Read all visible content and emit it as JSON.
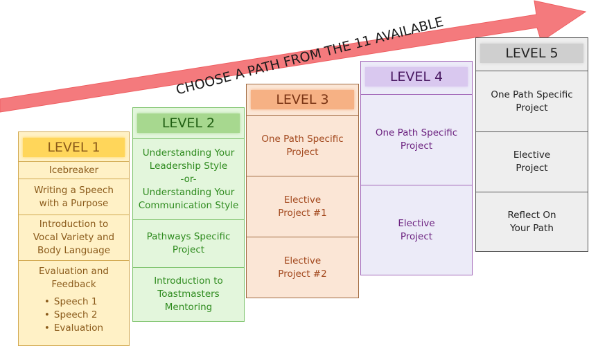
{
  "banner": {
    "text": "CHOOSE A PATH FROM THE 11 AVAILABLE"
  },
  "levels": [
    {
      "title": "LEVEL 1",
      "items": [
        {
          "lines": [
            "Icebreaker"
          ]
        },
        {
          "lines": [
            "Writing a Speech",
            "with a Purpose"
          ]
        },
        {
          "lines": [
            "Introduction to",
            "Vocal Variety and",
            "Body Language"
          ]
        },
        {
          "lines": [
            "Evaluation and",
            "Feedback"
          ],
          "bullets": [
            "Speech 1",
            "Speech 2",
            "Evaluation"
          ]
        }
      ]
    },
    {
      "title": "LEVEL 2",
      "items": [
        {
          "lines": [
            "Understanding Your",
            "Leadership Style",
            "-or-",
            "Understanding Your",
            "Communication Style"
          ]
        },
        {
          "lines": [
            "Pathways Specific",
            "Project"
          ]
        },
        {
          "lines": [
            "Introduction to",
            "Toastmasters",
            "Mentoring"
          ]
        }
      ]
    },
    {
      "title": "LEVEL 3",
      "items": [
        {
          "lines": [
            "One Path Specific",
            "Project"
          ]
        },
        {
          "lines": [
            "Elective",
            "Project #1"
          ]
        },
        {
          "lines": [
            "Elective",
            "Project #2"
          ]
        }
      ]
    },
    {
      "title": "LEVEL 4",
      "items": [
        {
          "lines": [
            "One Path Specific",
            "Project"
          ]
        },
        {
          "lines": [
            "Elective",
            "Project"
          ]
        }
      ]
    },
    {
      "title": "LEVEL 5",
      "items": [
        {
          "lines": [
            "One Path Specific",
            "Project"
          ]
        },
        {
          "lines": [
            "Elective",
            "Project"
          ]
        },
        {
          "lines": [
            "Reflect On",
            "Your Path"
          ]
        }
      ]
    }
  ],
  "colors": {
    "arrow": "#f47a7d",
    "level1": "#ffd65a",
    "level2": "#a7d88f",
    "level3": "#f6b184",
    "level4": "#d9c8ef",
    "level5": "#cfcfcf"
  }
}
